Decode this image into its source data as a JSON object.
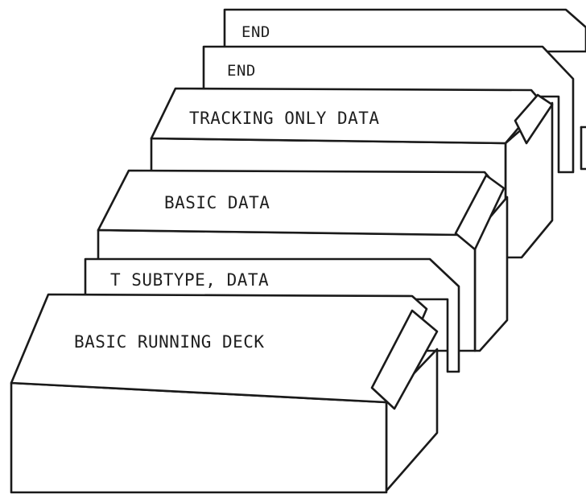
{
  "diagram": {
    "cards": [
      {
        "label": "END"
      },
      {
        "label": "END"
      },
      {
        "label": "TRACKING ONLY DATA"
      },
      {
        "label": "BASIC DATA"
      },
      {
        "label": "T SUBTYPE, DATA"
      },
      {
        "label": "BASIC RUNNING DECK"
      }
    ]
  }
}
